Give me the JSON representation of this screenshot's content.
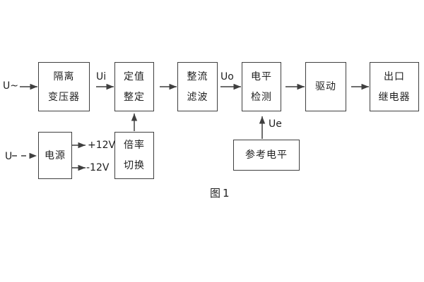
{
  "figure": {
    "caption": "图1"
  },
  "blocks": {
    "isolation_transformer": {
      "line1": "隔离",
      "line2": "变压器"
    },
    "setting_adjust": {
      "line1": "定值",
      "line2": "整定"
    },
    "rectifier_filter": {
      "line1": "整流",
      "line2": "滤波"
    },
    "level_detector": {
      "line1": "电平",
      "line2": "检测"
    },
    "driver": {
      "line1": "驱动"
    },
    "output_relay": {
      "line1": "出口",
      "line2": "继电器"
    },
    "power_supply": {
      "line1": "电源"
    },
    "ratio_switch": {
      "line1": "倍率",
      "line2": "切换"
    },
    "reference_level": {
      "line1": "参考电平"
    }
  },
  "labels": {
    "ac_input": "U~",
    "dc_input": "U",
    "ui": "Ui",
    "uo": "Uo",
    "ue": "Ue",
    "plus_12v": "+12V",
    "minus_12v": "-12V"
  },
  "colors": {
    "line": "#3f3f3f",
    "text": "#1f1f1f",
    "background": "#ffffff"
  }
}
